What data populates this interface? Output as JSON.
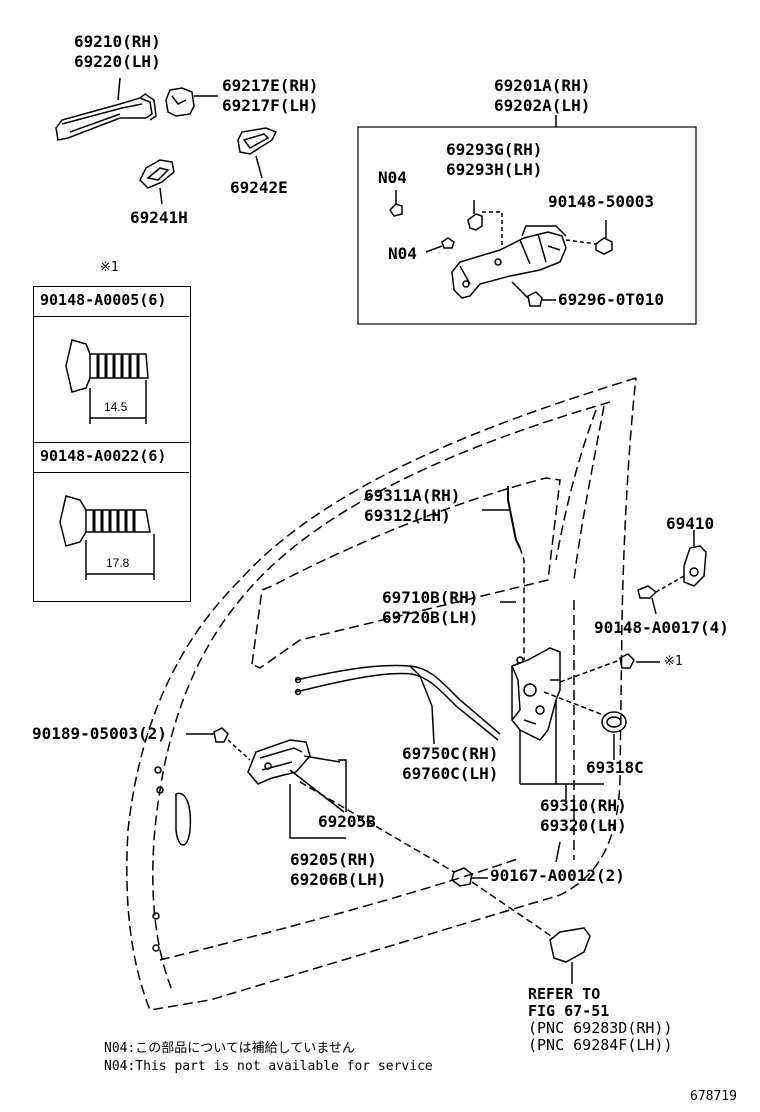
{
  "parts": {
    "p69210": "69210(RH)",
    "p69220": "69220(LH)",
    "p69217e": "69217E(RH)",
    "p69217f": "69217F(LH)",
    "p69242e": "69242E",
    "p69241h": "69241H",
    "p69201a": "69201A(RH)",
    "p69202a": "69202A(LH)",
    "p69293g": "69293G(RH)",
    "p69293h": "69293H(LH)",
    "n04_top": "N04",
    "n04_mid": "N04",
    "p9014850003": "90148-50003",
    "p696960": "69296-0T010",
    "p69311a": "69311A(RH)",
    "p69312": "69312(LH)",
    "p69410": "69410",
    "p69710b": "69710B(RH)",
    "p69720b": "69720B(LH)",
    "p90148a0017": "90148-A0017(4)",
    "mark_right": "※1",
    "p90189": "90189-05003(2)",
    "p69750c": "69750C(RH)",
    "p69760c": "69760C(LH)",
    "p69318c": "69318C",
    "p69205b": "69205B",
    "p69310": "69310(RH)",
    "p69320": "69320(LH)",
    "p69205": "69205(RH)",
    "p69206b": "69206B(LH)",
    "p90167": "90167-A0012(2)"
  },
  "inset": {
    "mark": "※1",
    "bolt1": "90148-A0005(6)",
    "dim1": "14.5",
    "bolt2": "90148-A0022(6)",
    "dim2": "17.8"
  },
  "refer": {
    "line1": "REFER TO",
    "line2": "FIG 67-51",
    "line3": "(PNC 69283D(RH))",
    "line4": "(PNC 69284F(LH))"
  },
  "notes": {
    "jp": "N04:この部品については補給していません",
    "en": "N04:This part is not available for service"
  },
  "figure_id": "678719"
}
